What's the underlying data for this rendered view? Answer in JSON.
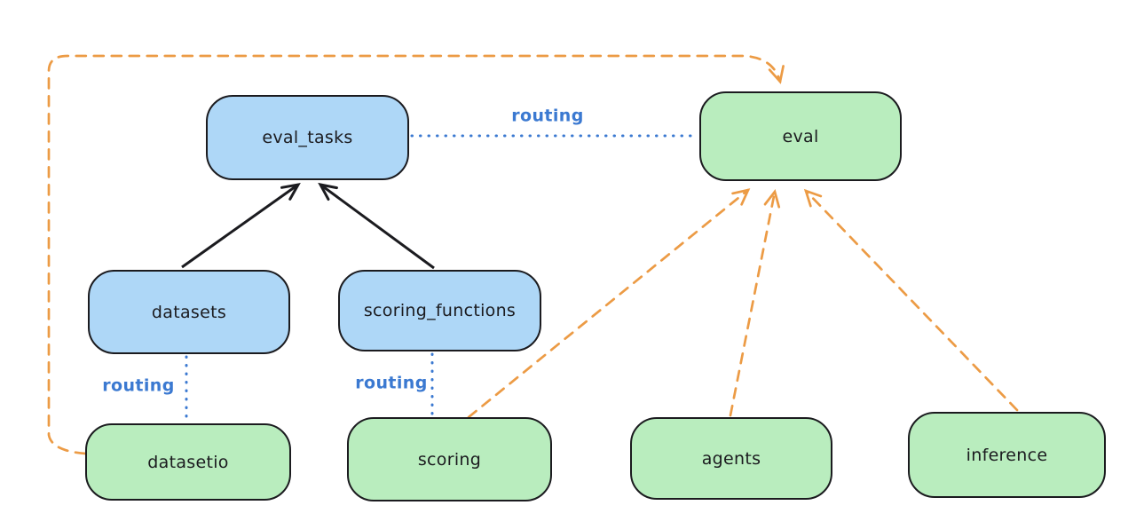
{
  "diagram": {
    "type": "architecture-flow",
    "nodes": {
      "eval_tasks": {
        "label": "eval_tasks",
        "fill": "blue"
      },
      "eval": {
        "label": "eval",
        "fill": "green"
      },
      "datasets": {
        "label": "datasets",
        "fill": "blue"
      },
      "scoring_functions": {
        "label": "scoring_functions",
        "fill": "blue"
      },
      "datasetio": {
        "label": "datasetio",
        "fill": "green"
      },
      "scoring": {
        "label": "scoring",
        "fill": "green"
      },
      "agents": {
        "label": "agents",
        "fill": "green"
      },
      "inference": {
        "label": "inference",
        "fill": "green"
      }
    },
    "edges": [
      {
        "from": "datasets",
        "to": "eval_tasks",
        "style": "solid-black-arrow",
        "label": ""
      },
      {
        "from": "scoring_functions",
        "to": "eval_tasks",
        "style": "solid-black-arrow",
        "label": ""
      },
      {
        "from": "eval_tasks",
        "to": "eval",
        "style": "dotted-blue",
        "label": "routing"
      },
      {
        "from": "datasets",
        "to": "datasetio",
        "style": "dotted-blue",
        "label": "routing"
      },
      {
        "from": "scoring_functions",
        "to": "scoring",
        "style": "dotted-blue",
        "label": "routing"
      },
      {
        "from": "datasetio",
        "to": "eval",
        "style": "dashed-orange-arrow",
        "label": ""
      },
      {
        "from": "scoring",
        "to": "eval",
        "style": "dashed-orange-arrow",
        "label": ""
      },
      {
        "from": "agents",
        "to": "eval",
        "style": "dashed-orange-arrow",
        "label": ""
      },
      {
        "from": "inference",
        "to": "eval",
        "style": "dashed-orange-arrow",
        "label": ""
      }
    ],
    "edge_labels": {
      "routing_top": "routing",
      "routing_datasets": "routing",
      "routing_scoring": "routing"
    },
    "colors": {
      "registry_fill": "#aed7f7",
      "api_fill": "#b9edbe",
      "stroke_dark": "#1b1b1f",
      "routing_blue": "#3b79d1",
      "provider_orange": "#ec9b45",
      "canvas_bg": "#ffffff"
    }
  }
}
